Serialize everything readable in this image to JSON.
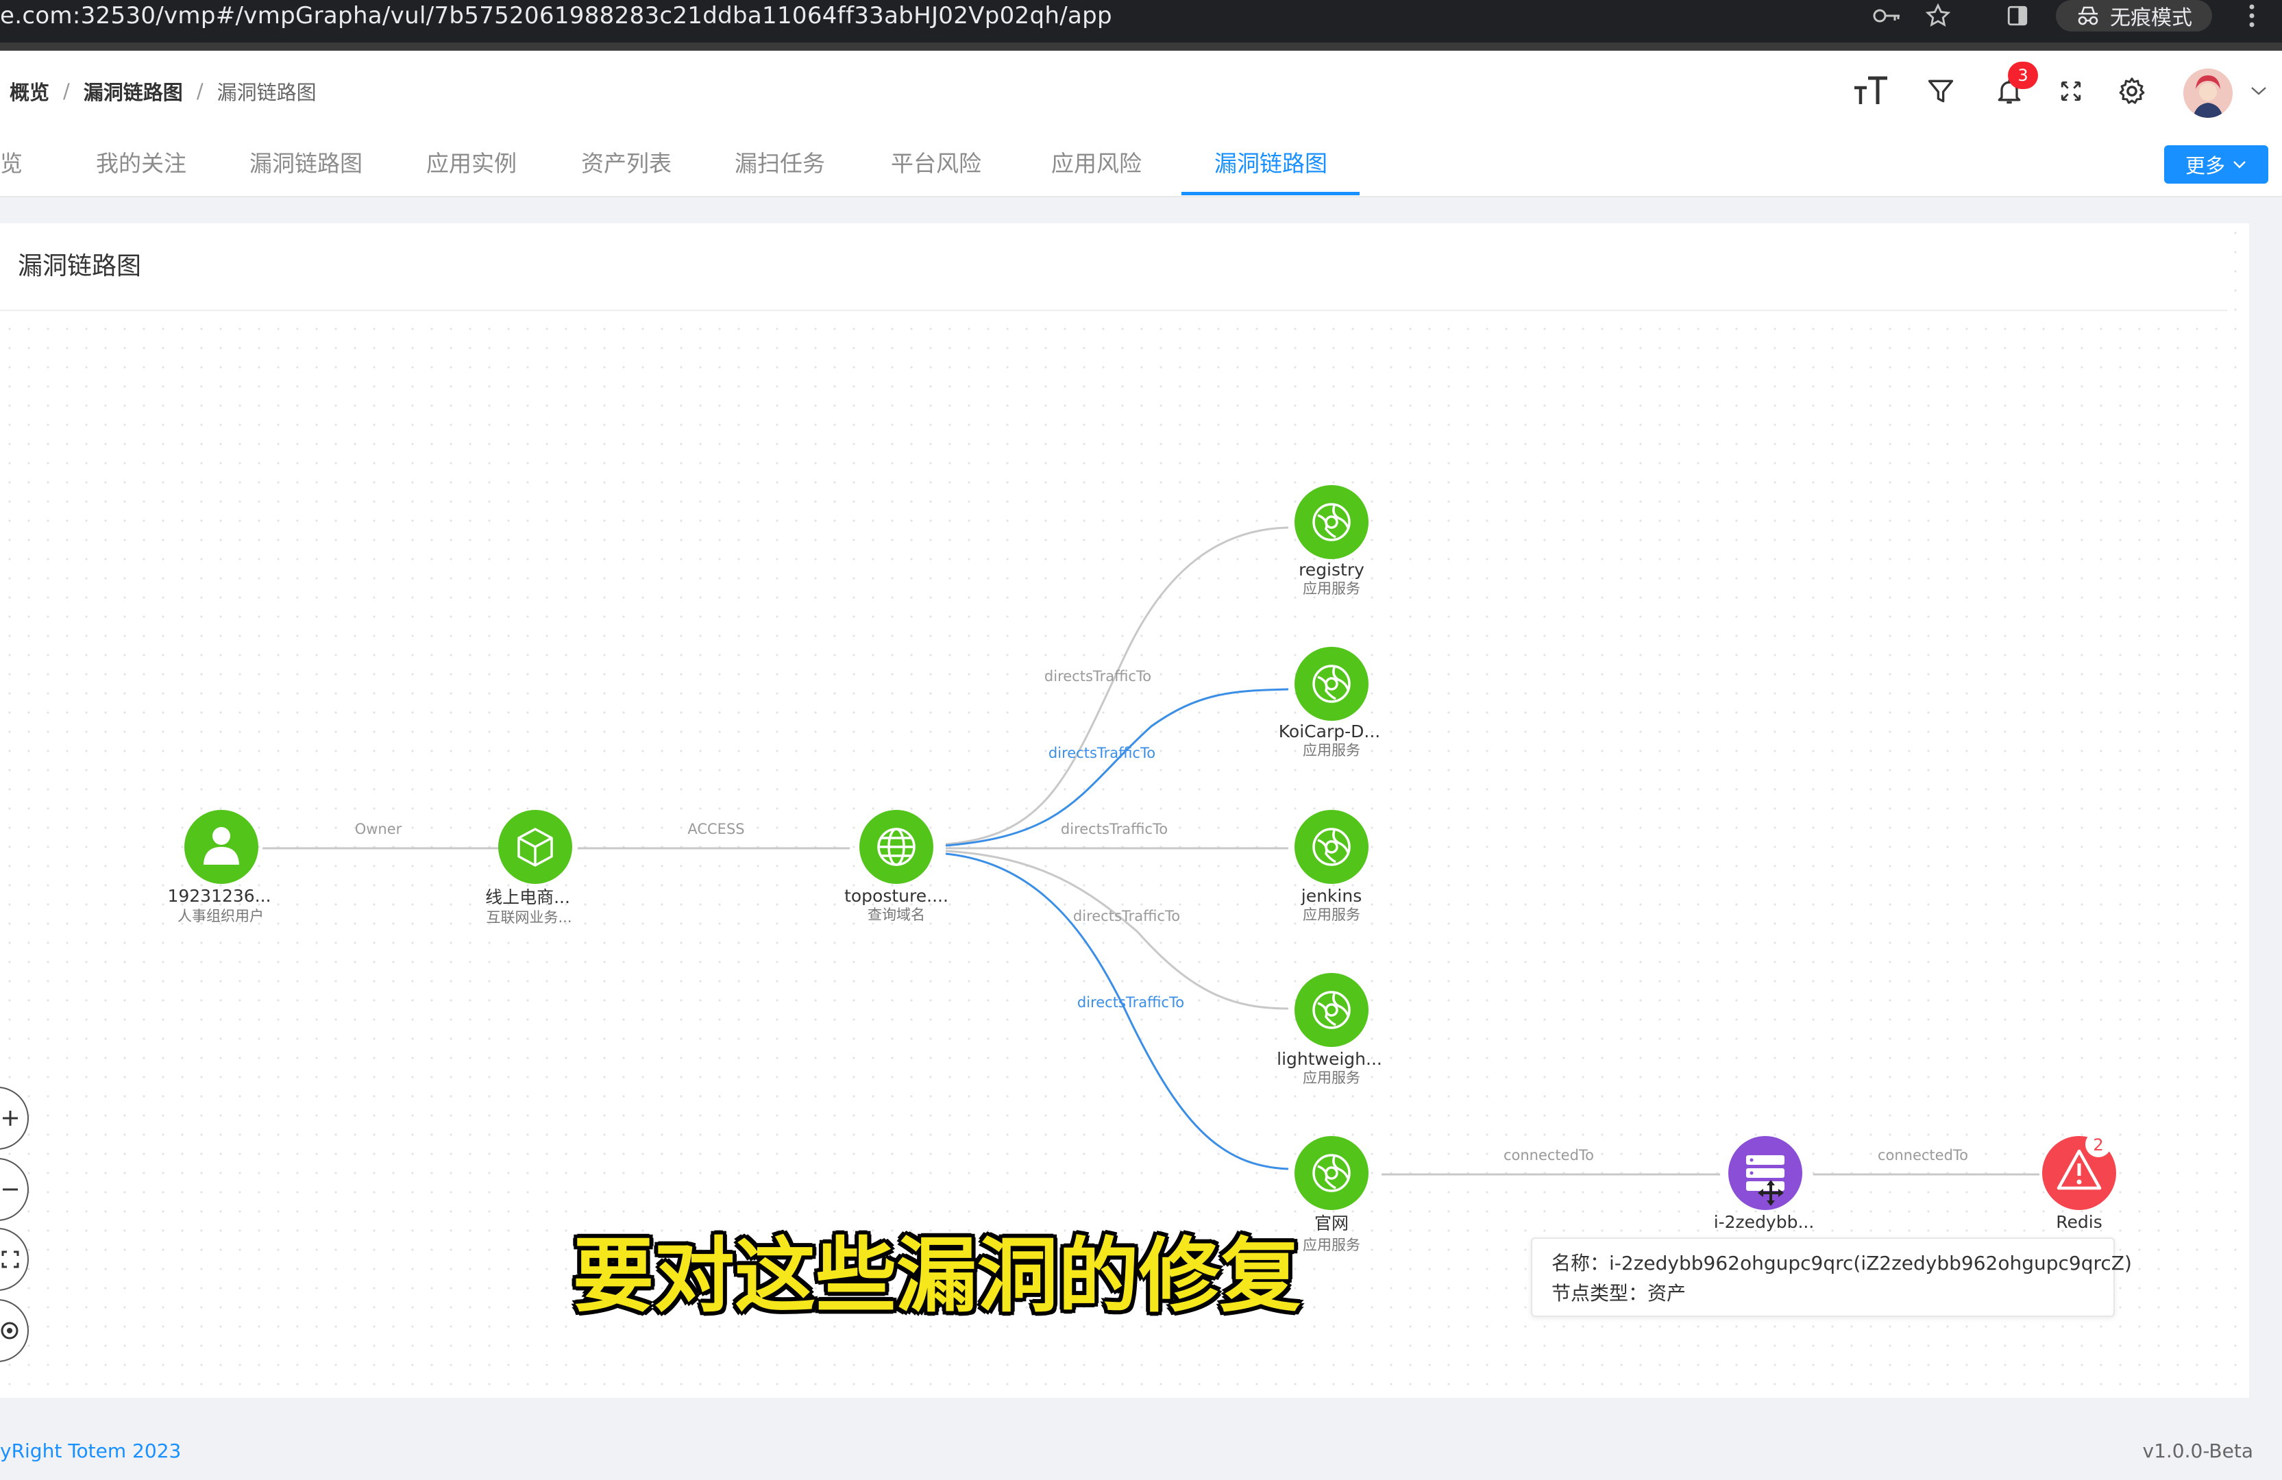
{
  "browser": {
    "url": "e.com:32530/vmp#/vmpGrapha/vul/7b5752061988283c21ddba11064ff33abHJ02Vp02qh/app",
    "incognito_label": "无痕模式"
  },
  "header": {
    "breadcrumb": [
      "概览",
      "漏洞链路图",
      "漏洞链路图"
    ],
    "notification_count": "3"
  },
  "tabs": {
    "items": [
      "览",
      "我的关注",
      "漏洞链路图",
      "应用实例",
      "资产列表",
      "漏扫任务",
      "平台风险",
      "应用风险",
      "漏洞链路图"
    ],
    "active_index": 8,
    "more_label": "更多"
  },
  "card": {
    "title": "漏洞链路图"
  },
  "graph": {
    "nodes": [
      {
        "id": "user",
        "name": "19231236...",
        "type": "人事组织用户",
        "color": "#52c41a"
      },
      {
        "id": "biz",
        "name": "线上电商...",
        "type": "互联网业务...",
        "color": "#52c41a"
      },
      {
        "id": "domain",
        "name": "toposture....",
        "type": "查询域名",
        "color": "#52c41a"
      },
      {
        "id": "registry",
        "name": "registry",
        "type": "应用服务",
        "color": "#52c41a"
      },
      {
        "id": "koicarp",
        "name": "KoiCarp-D...",
        "type": "应用服务",
        "color": "#52c41a"
      },
      {
        "id": "jenkins",
        "name": "jenkins",
        "type": "应用服务",
        "color": "#52c41a"
      },
      {
        "id": "lightweigh",
        "name": "lightweigh...",
        "type": "应用服务",
        "color": "#52c41a"
      },
      {
        "id": "guanwang",
        "name": "官网",
        "type": "应用服务",
        "color": "#52c41a"
      },
      {
        "id": "asset",
        "name": "i-2zedybb...",
        "type": "",
        "color": "#8a4fd6"
      },
      {
        "id": "redis",
        "name": "Redis",
        "type": "",
        "color": "#f5454e",
        "badge": "2"
      }
    ],
    "edges": [
      {
        "label": "Owner"
      },
      {
        "label": "ACCESS"
      },
      {
        "label": "directsTrafficTo"
      },
      {
        "label": "directsTrafficTo"
      },
      {
        "label": "directsTrafficTo"
      },
      {
        "label": "directsTrafficTo"
      },
      {
        "label": "directsTrafficTo"
      },
      {
        "label": "connectedTo"
      },
      {
        "label": "connectedTo"
      }
    ]
  },
  "tooltip": {
    "name_line": "名称：i-2zedybb962ohgupc9qrc(iZ2zedybb962ohgupc9qrcZ)",
    "type_line": "节点类型：资产"
  },
  "subtitle": "要对这些漏洞的修复",
  "footer": {
    "copyright": "yRight Totem 2023",
    "version": "v1.0.0-Beta"
  }
}
